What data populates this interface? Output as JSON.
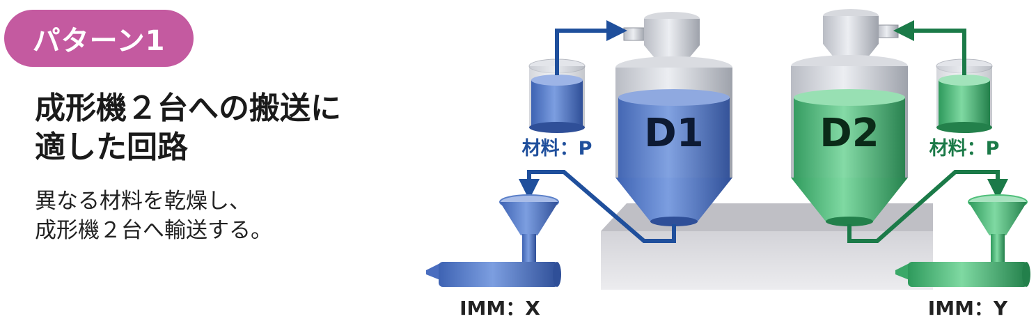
{
  "pattern_label": "パターン1",
  "title": {
    "line1": "成形機２台への搬送に",
    "line2": "適した回路"
  },
  "description": {
    "line1": "異なる材料を乾燥し、",
    "line2": "成形機２台へ輸送する。"
  },
  "diagram": {
    "dryer_left": "D1",
    "dryer_right": "D2",
    "material_left": "材料：P",
    "material_right": "材料：P",
    "imm_left": "IMM：X",
    "imm_right": "IMM：Y"
  },
  "colors": {
    "badge": "#c45aa0",
    "blue_line": "#1f4f9c",
    "blue_material": "#5a7fc8",
    "green_line": "#1b7a48",
    "green_material": "#4fbf7a",
    "platform": "#c9c9ce"
  }
}
